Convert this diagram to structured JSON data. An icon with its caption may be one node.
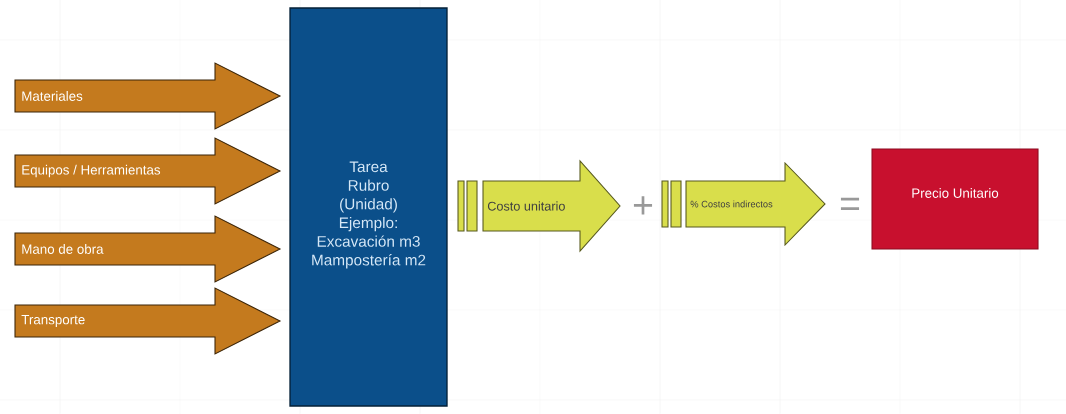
{
  "diagram": {
    "nodes": [
      {
        "text": [
          "Materiales"
        ]
      },
      {
        "text": [
          "Equipos / Herramientas"
        ]
      },
      {
        "text": [
          "Mano de obra"
        ]
      },
      {
        "text": [
          "Transporte"
        ]
      },
      {
        "text": [
          "Tarea",
          "Rubro",
          "(Unidad)",
          "Ejemplo:",
          "Excavación m3",
          "Mampostería m2"
        ]
      },
      {
        "text": [
          "Costo unitario"
        ]
      },
      {
        "text": [
          "% Costos indirectos"
        ]
      },
      {
        "text": [
          "Precio Unitario"
        ]
      }
    ],
    "labels": [
      "+",
      "="
    ]
  }
}
